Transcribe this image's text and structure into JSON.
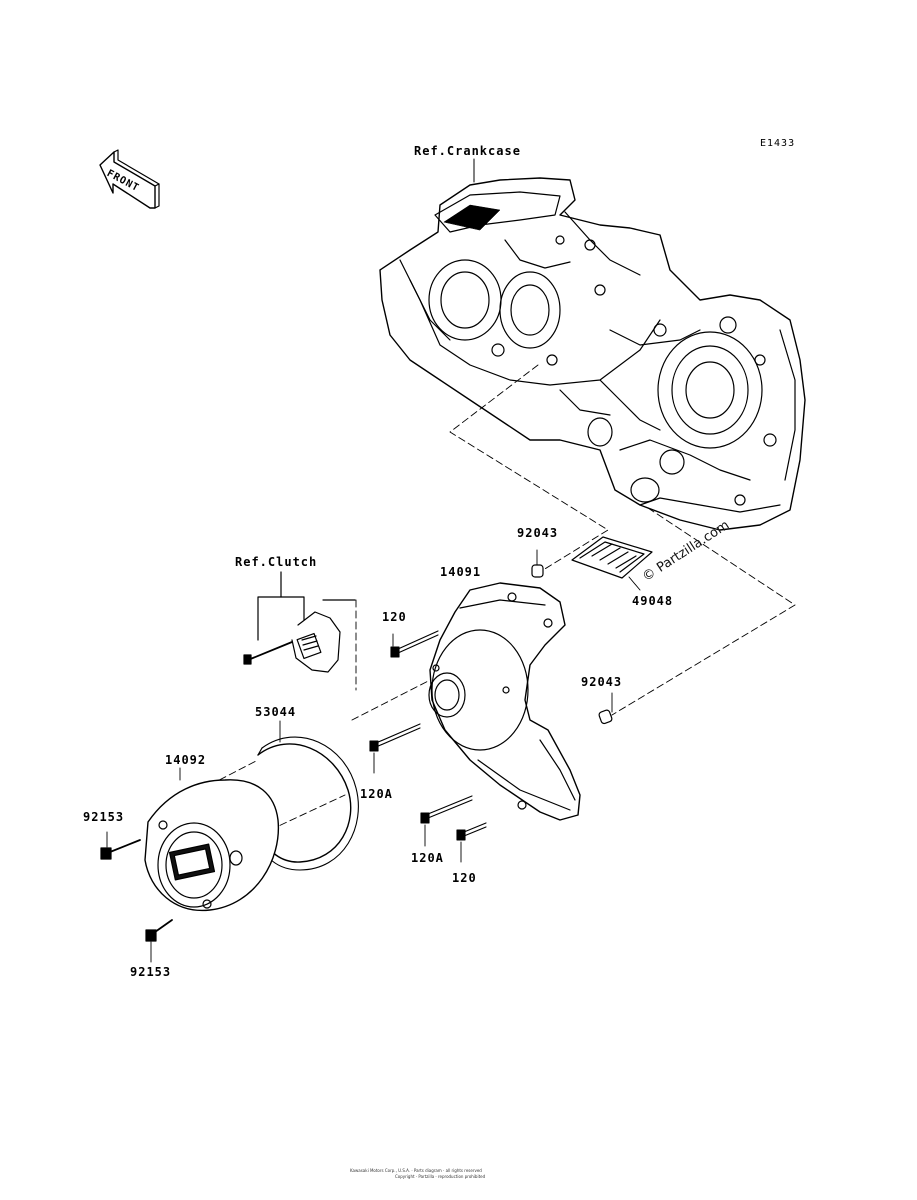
{
  "diagram_code": "E1433",
  "front_label": "FRONT",
  "ref_labels": {
    "crankcase": "Ref.Crankcase",
    "clutch": "Ref.Clutch"
  },
  "parts": {
    "p92043_top": "92043",
    "p14091": "14091",
    "p49048": "49048",
    "p120_top": "120",
    "p92043_right": "92043",
    "p53044": "53044",
    "p14092": "14092",
    "p92153_top": "92153",
    "p120A_mid": "120A",
    "p120A_bottom": "120A",
    "p120_bottom": "120",
    "p92153_bottom": "92153"
  },
  "watermark": "© Partzilla.com",
  "footer": {
    "line1": "Kawasaki Motors Corp., U.S.A. · Parts diagram · all rights reserved",
    "line2": "Copyright · Partzilla · reproduction prohibited"
  }
}
